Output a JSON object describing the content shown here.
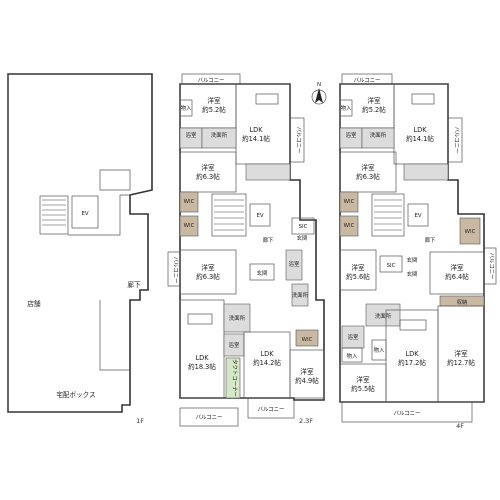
{
  "north": "N",
  "floors": {
    "f1": {
      "floor_label": "1F",
      "rooms": {
        "shop": "店舗",
        "corridor": "廊下",
        "ev": "EV",
        "delivery": "宅配ボックス"
      }
    },
    "f23": {
      "floor_label": "2.3F",
      "labels": {
        "balcony_top": "バルコニー",
        "balcony_right": "バルコニー",
        "balcony_side": "バルコニー",
        "balcony_bottom_left": "バルコニー",
        "balcony_bottom_mid": "バルコニー",
        "western_a": "洋室",
        "western_a_size": "約5.2帖",
        "storage_a": "物入",
        "ldk_a": "LDK",
        "ldk_a_size": "約14.1帖",
        "bath_a": "浴室",
        "wash_a": "洗面所",
        "western_b": "洋室",
        "western_b_size": "約6.3帖",
        "wic1": "WIC",
        "wic2": "WIC",
        "ev": "EV",
        "sic": "SIC",
        "entrance_a": "玄関",
        "corridor": "廊下",
        "western_c": "洋室",
        "western_c_size": "約6.3帖",
        "entrance_b": "玄関",
        "bath_b": "浴室",
        "wash_b": "洗面所",
        "wash_c": "洗面所",
        "bath_c": "浴室",
        "wic3": "WIC",
        "ldk_b": "LDK",
        "ldk_b_size": "約18.3帖",
        "ldk_c": "LDK",
        "ldk_c_size": "約14.2帖",
        "western_d": "洋室",
        "western_d_size": "約4.9帖",
        "duct": "タクトコーナー"
      }
    },
    "f4": {
      "floor_label": "4F",
      "labels": {
        "balcony_top": "バルコニー",
        "balcony_right": "バルコニー",
        "balcony_side": "バルコニー",
        "balcony_bottom": "バルコニー",
        "western_a": "洋室",
        "western_a_size": "約5.2帖",
        "storage_a": "物入",
        "ldk_a": "LDK",
        "ldk_a_size": "約14.1帖",
        "bath_a": "浴室",
        "wash_a": "洗面所",
        "western_b": "洋室",
        "western_b_size": "約6.3帖",
        "wic1": "WIC",
        "wic2": "WIC",
        "wic3": "WIC",
        "ev": "EV",
        "sic": "SIC",
        "entrance_a": "玄関",
        "entrance_b": "玄関",
        "corridor": "廊下",
        "western_c": "洋室",
        "western_c_size": "約5.6帖",
        "western_d": "洋室",
        "western_d_size": "約6.4帖",
        "storage_b": "収納",
        "wash_b": "洗面所",
        "bath_b": "浴室",
        "storage_c": "物入",
        "storage_d": "物入",
        "ldk_b": "LDK",
        "ldk_b_size": "約17.2帖",
        "western_e": "洋室",
        "western_e_size": "約12.7帖",
        "western_f": "洋室",
        "western_f_size": "約5.5帖"
      }
    }
  }
}
